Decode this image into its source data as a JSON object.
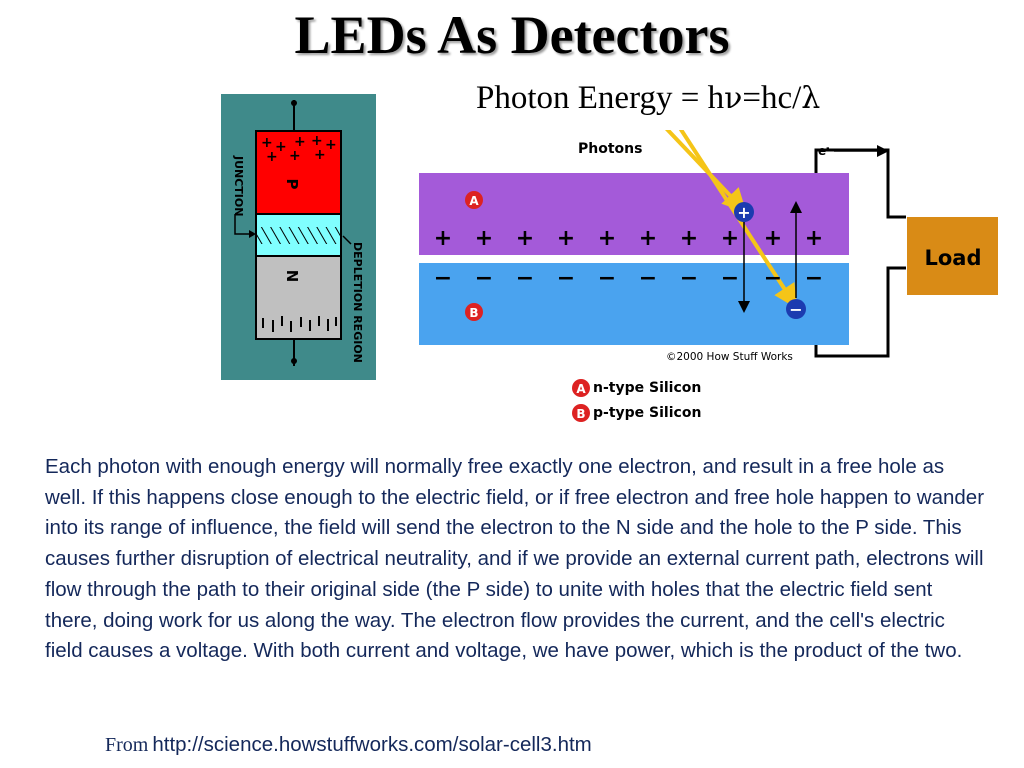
{
  "slide": {
    "title": "LEDs As Detectors",
    "formula": {
      "prefix": "Photon Energy = h",
      "nu": "ν",
      "middle": "=hc/",
      "lambda": "λ"
    },
    "paragraph": "Each photon with enough energy will normally free exactly one electron, and result in a free hole as well. If this happens close enough to the electric field, or if free electron and free hole happen to wander into its range of influence, the field will send the electron to the N side and the hole to the P side. This causes further disruption of electrical neutrality, and if we provide an external current path, electrons will flow through the path to their original side (the P side) to unite with holes that the electric field sent there, doing work for us along the way. The electron flow provides the current, and the cell's electric field causes a voltage. With both current and voltage, we have power, which is the product of the two.",
    "source": {
      "prefix": "From",
      "url": "http://science.howstuffworks.com/solar-cell3.htm"
    }
  },
  "pn_diagram": {
    "junction_label": "JUNCTION",
    "p_label": "P",
    "n_label": "N",
    "depletion_label": "DEPLETION REGION",
    "colors": {
      "background": "#3f8a8a",
      "p_region": "#ff0000",
      "depletion": "#80ffff",
      "n_region": "#c0c0c0"
    }
  },
  "solar_diagram": {
    "photons_label": "Photons",
    "electron_label": "e",
    "electron_sup": "-",
    "load_label": "Load",
    "marker_a": "A",
    "marker_b": "B",
    "plus_sign": "+",
    "minus_sign": "−",
    "copyright": "©2000 How Stuff Works",
    "legend": [
      {
        "marker": "A",
        "label": "n-type Silicon"
      },
      {
        "marker": "B",
        "label": "p-type Silicon"
      }
    ],
    "colors": {
      "n_layer": "#a45ad9",
      "p_layer": "#4aa3ef",
      "load": "#d98b16",
      "photon": "#f5c518",
      "marker": "#dd2222",
      "charge": "#1c3bb0"
    }
  }
}
